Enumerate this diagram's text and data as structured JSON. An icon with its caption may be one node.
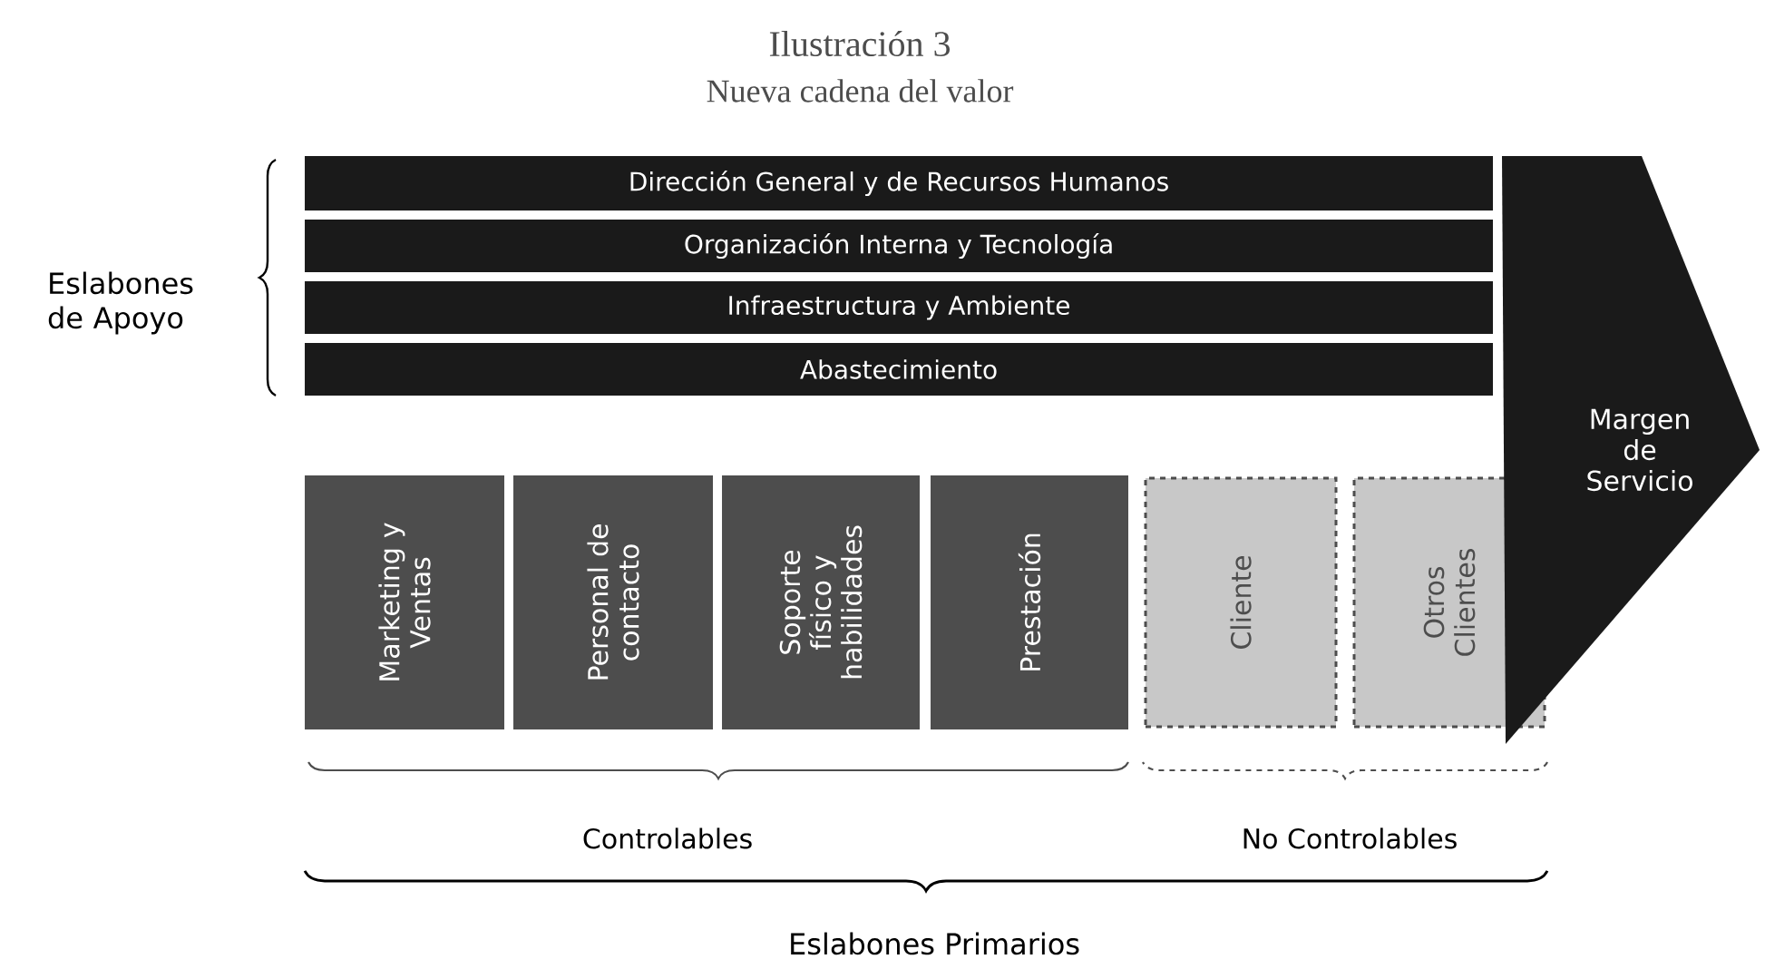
{
  "diagram": {
    "title": "Ilustración 3",
    "nodes": [
      {
        "text": [
          "Dirección General y de Recursos Humanos"
        ]
      },
      {
        "text": [
          "Organización Interna y Tecnología"
        ]
      },
      {
        "text": [
          "Infraestructura y Ambiente"
        ]
      },
      {
        "text": [
          "Abastecimiento"
        ]
      },
      {
        "text": [
          "Marketing y Ventas"
        ]
      },
      {
        "text": [
          "Personal de contacto"
        ]
      },
      {
        "text": [
          "Soporte físico y habilidades"
        ]
      },
      {
        "text": [
          "Prestación"
        ]
      },
      {
        "text": [
          "Cliente"
        ]
      },
      {
        "text": [
          "Otros Clientes"
        ]
      },
      {
        "text": [
          "Margen de Servicio"
        ]
      }
    ],
    "labels": [
      "Nueva cadena del valor",
      "Eslabones de Apoyo",
      "Controlables",
      "No Controlables",
      "Eslabones Primarios"
    ]
  }
}
